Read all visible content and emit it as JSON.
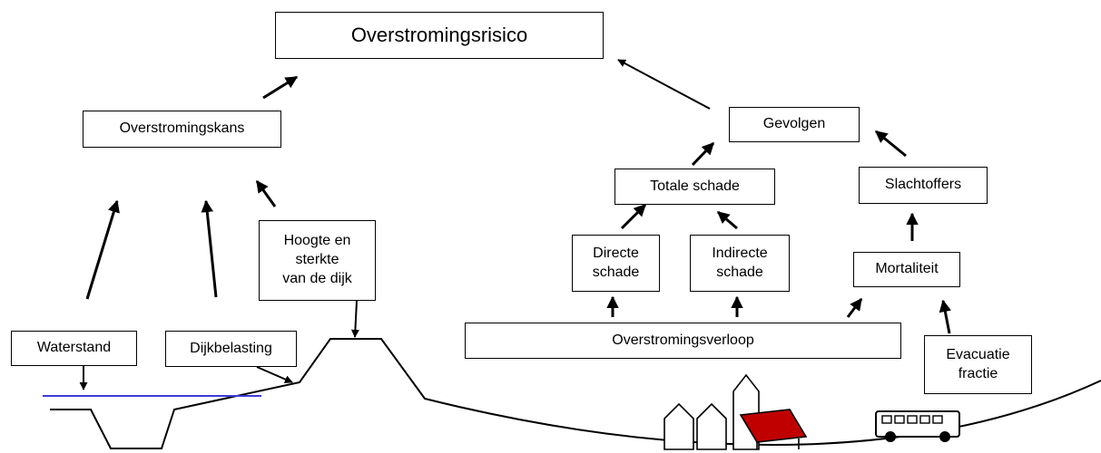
{
  "nodes": {
    "title": "Overstromingsrisico",
    "kans": "Overstromingskans",
    "gevolgen": "Gevolgen",
    "totale_schade": "Totale schade",
    "slachtoffers": "Slachtoffers",
    "hoogte": "Hoogte en\nsterkte\nvan de dijk",
    "directe": "Directe\nschade",
    "indirecte": "Indirecte\nschade",
    "mortaliteit": "Mortaliteit",
    "waterstand": "Waterstand",
    "dijkbelasting": "Dijkbelasting",
    "verloop": "Overstromingsverloop",
    "evacuatie": "Evacuatie\nfractie"
  },
  "colors": {
    "line": "#000000",
    "water": "#3b3bd6",
    "roof": "#c00000"
  },
  "icons": [
    "house-icon",
    "church-icon",
    "bus-icon"
  ]
}
